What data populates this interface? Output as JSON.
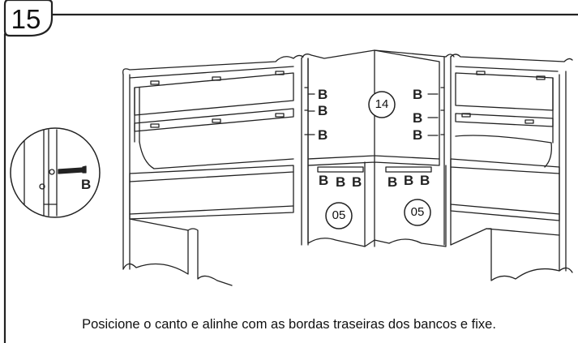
{
  "step": {
    "number": "15"
  },
  "labels": {
    "fastener": "B",
    "corner_part": "14",
    "seat_part": "05"
  },
  "instruction": "Posicione o canto e alinhe com as bordas traseiras dos bancos e fixe."
}
